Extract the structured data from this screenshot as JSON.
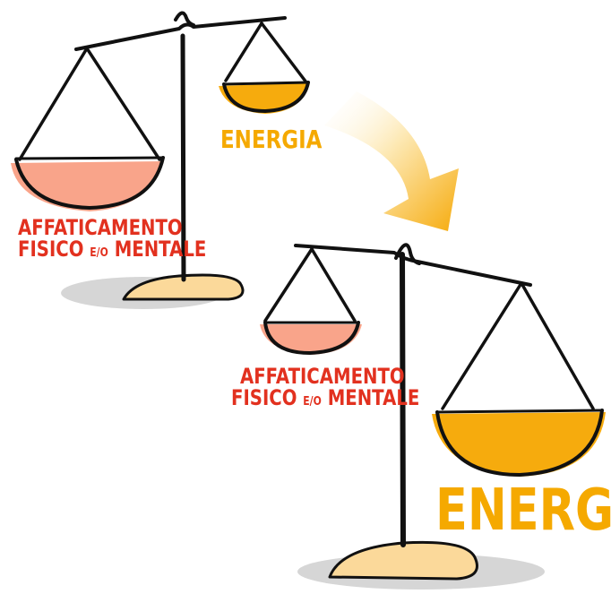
{
  "scale_1": {
    "fatigue_line1": "AFFATICAMENTO",
    "fatigue_line2_a": "FISICO",
    "fatigue_line2_mid": "E/O",
    "fatigue_line2_b": "MENTALE",
    "energy": "ENERGIA"
  },
  "scale_2": {
    "fatigue_line1": "AFFATICAMENTO",
    "fatigue_line2_a": "FISICO",
    "fatigue_line2_mid": "E/O",
    "fatigue_line2_b": "MENTALE",
    "energy": "ENERGIA"
  },
  "colors": {
    "fatigue_pan": "#f9a48a",
    "energy_pan": "#f6ab0d",
    "base": "#fbd99a",
    "shadow": "#d6d6d6",
    "red_text": "#e2311f",
    "orange_text": "#f5a900",
    "outline": "#111111"
  }
}
